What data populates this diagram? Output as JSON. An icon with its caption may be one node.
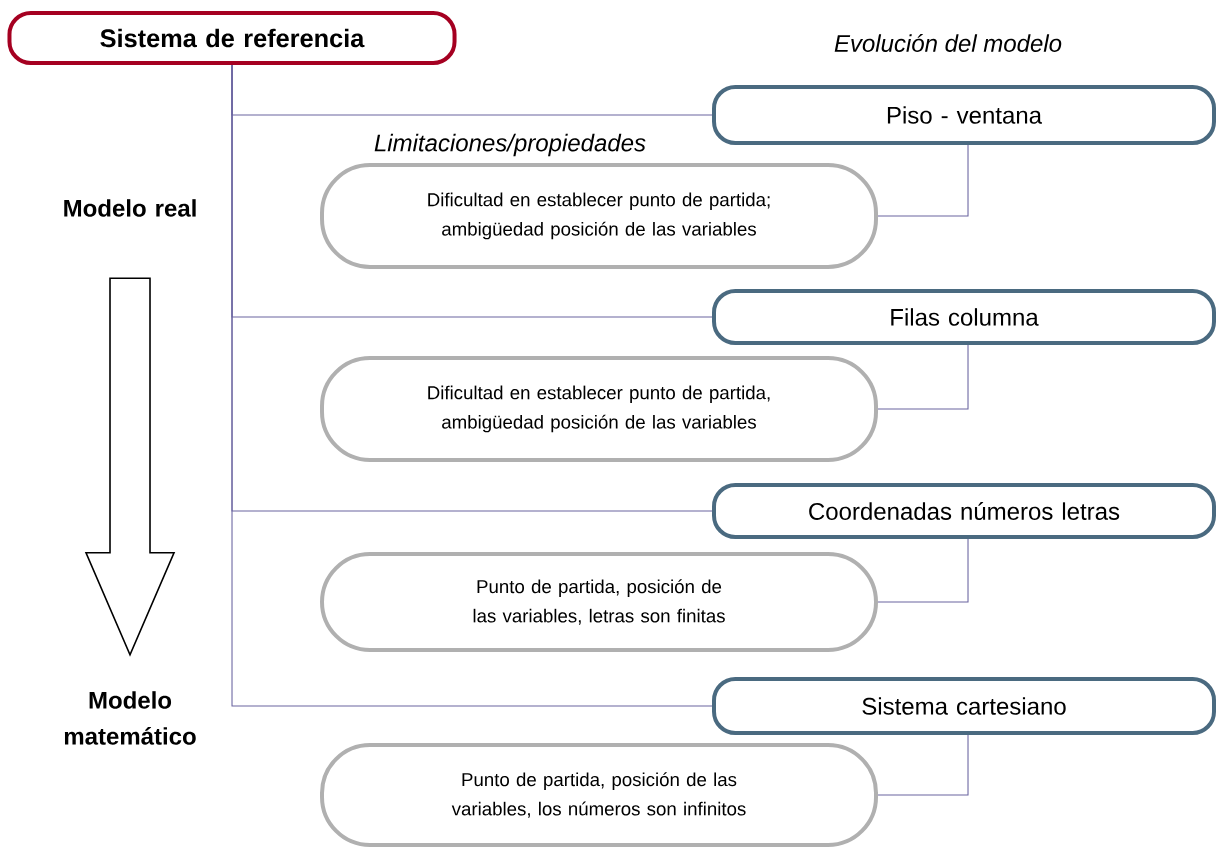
{
  "diagram": {
    "nodes": [
      {
        "text": [
          "Sistema de referencia"
        ]
      },
      {
        "text": [
          "Piso - ventana"
        ]
      },
      {
        "text": [
          "Dificultad en establecer punto de partida; ambigüedad posición de las variables"
        ]
      },
      {
        "text": [
          "Filas columna"
        ]
      },
      {
        "text": [
          "Dificultad en establecer punto de partida, ambigüedad posición de las variables"
        ]
      },
      {
        "text": [
          "Coordenadas números letras"
        ]
      },
      {
        "text": [
          "Punto de partida, posición de las variables, letras son finitas"
        ]
      },
      {
        "text": [
          "Sistema cartesiano"
        ]
      },
      {
        "text": [
          "Punto de partida, posición de las variables, los números son infinitos"
        ]
      },
      {
        "text": [
          "Modelo real"
        ]
      },
      {
        "text": [
          "Modelo matemático"
        ]
      }
    ],
    "edges": [
      {
        "from": 0,
        "to": 1,
        "arrow": "none"
      },
      {
        "from": 0,
        "to": 3,
        "arrow": "none"
      },
      {
        "from": 0,
        "to": 5,
        "arrow": "none"
      },
      {
        "from": 0,
        "to": 7,
        "arrow": "none"
      },
      {
        "from": 1,
        "to": 2,
        "arrow": "none"
      },
      {
        "from": 3,
        "to": 4,
        "arrow": "none"
      },
      {
        "from": 5,
        "to": 6,
        "arrow": "none"
      },
      {
        "from": 7,
        "to": 8,
        "arrow": "none"
      },
      {
        "from": 9,
        "to": 10,
        "arrow": "to",
        "style": "thick"
      }
    ],
    "labels": [
      "Evolución del modelo",
      "Limitaciones/propiedades"
    ]
  }
}
